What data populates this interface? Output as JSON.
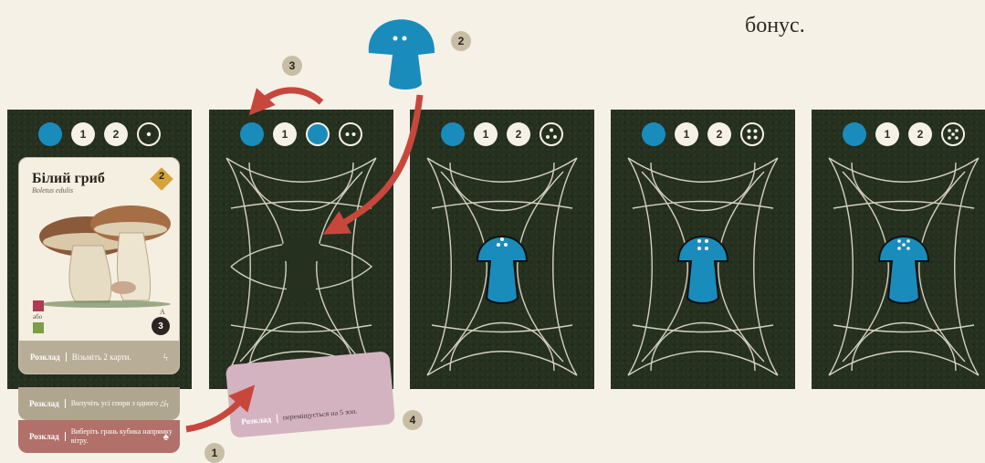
{
  "top_text": {
    "line1": "…",
    "line2": "бонус."
  },
  "track_numbers": [
    "1",
    "2"
  ],
  "card": {
    "title": "Білий гриб",
    "latin": "Boletus edulis",
    "cost": "2",
    "or_label": "або",
    "count": "3",
    "label_letter": "A"
  },
  "bands": {
    "label": "Розклад",
    "main_text": "Візьміть 2 карти.",
    "under1_text": "Вилучіть усі спори з одного △",
    "under2_text": "Виберіть грань кубика напрямку вітру.",
    "pink_text": "переміщується на 5 зон."
  },
  "badges": [
    "1",
    "2",
    "3",
    "4"
  ],
  "colors": {
    "board": "#25301f",
    "blue": "#1a8cbc",
    "arrow": "#c8473d",
    "cream": "#f6f1e6"
  },
  "icons": [
    "mushroom-icon",
    "dice-icon",
    "bolt-icon",
    "wind-icon"
  ]
}
